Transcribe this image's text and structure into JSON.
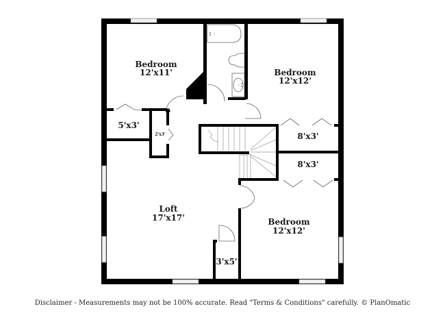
{
  "floor_plan": {
    "rooms": [
      {
        "id": "bedroom-1",
        "name": "Bedroom",
        "dimensions": "12'x11'"
      },
      {
        "id": "bedroom-2",
        "name": "Bedroom",
        "dimensions": "12'x12'"
      },
      {
        "id": "bedroom-3",
        "name": "Bedroom",
        "dimensions": "12'x12'"
      },
      {
        "id": "loft",
        "name": "Loft",
        "dimensions": "17'x17'"
      }
    ],
    "closets": [
      {
        "id": "closet-5x3",
        "dimensions": "5'x3'"
      },
      {
        "id": "closet-2x3",
        "dimensions": "2'x3'"
      },
      {
        "id": "closet-8x3-upper",
        "dimensions": "8'x3'"
      },
      {
        "id": "closet-8x3-lower",
        "dimensions": "8'x3'"
      },
      {
        "id": "closet-3x5",
        "dimensions": "3'x5'"
      }
    ]
  },
  "footer": {
    "disclaimer": "Disclaimer - Measurements may not be 100% accurate. Read \"Terms & Conditions\" carefully. © PlanOmatic"
  }
}
